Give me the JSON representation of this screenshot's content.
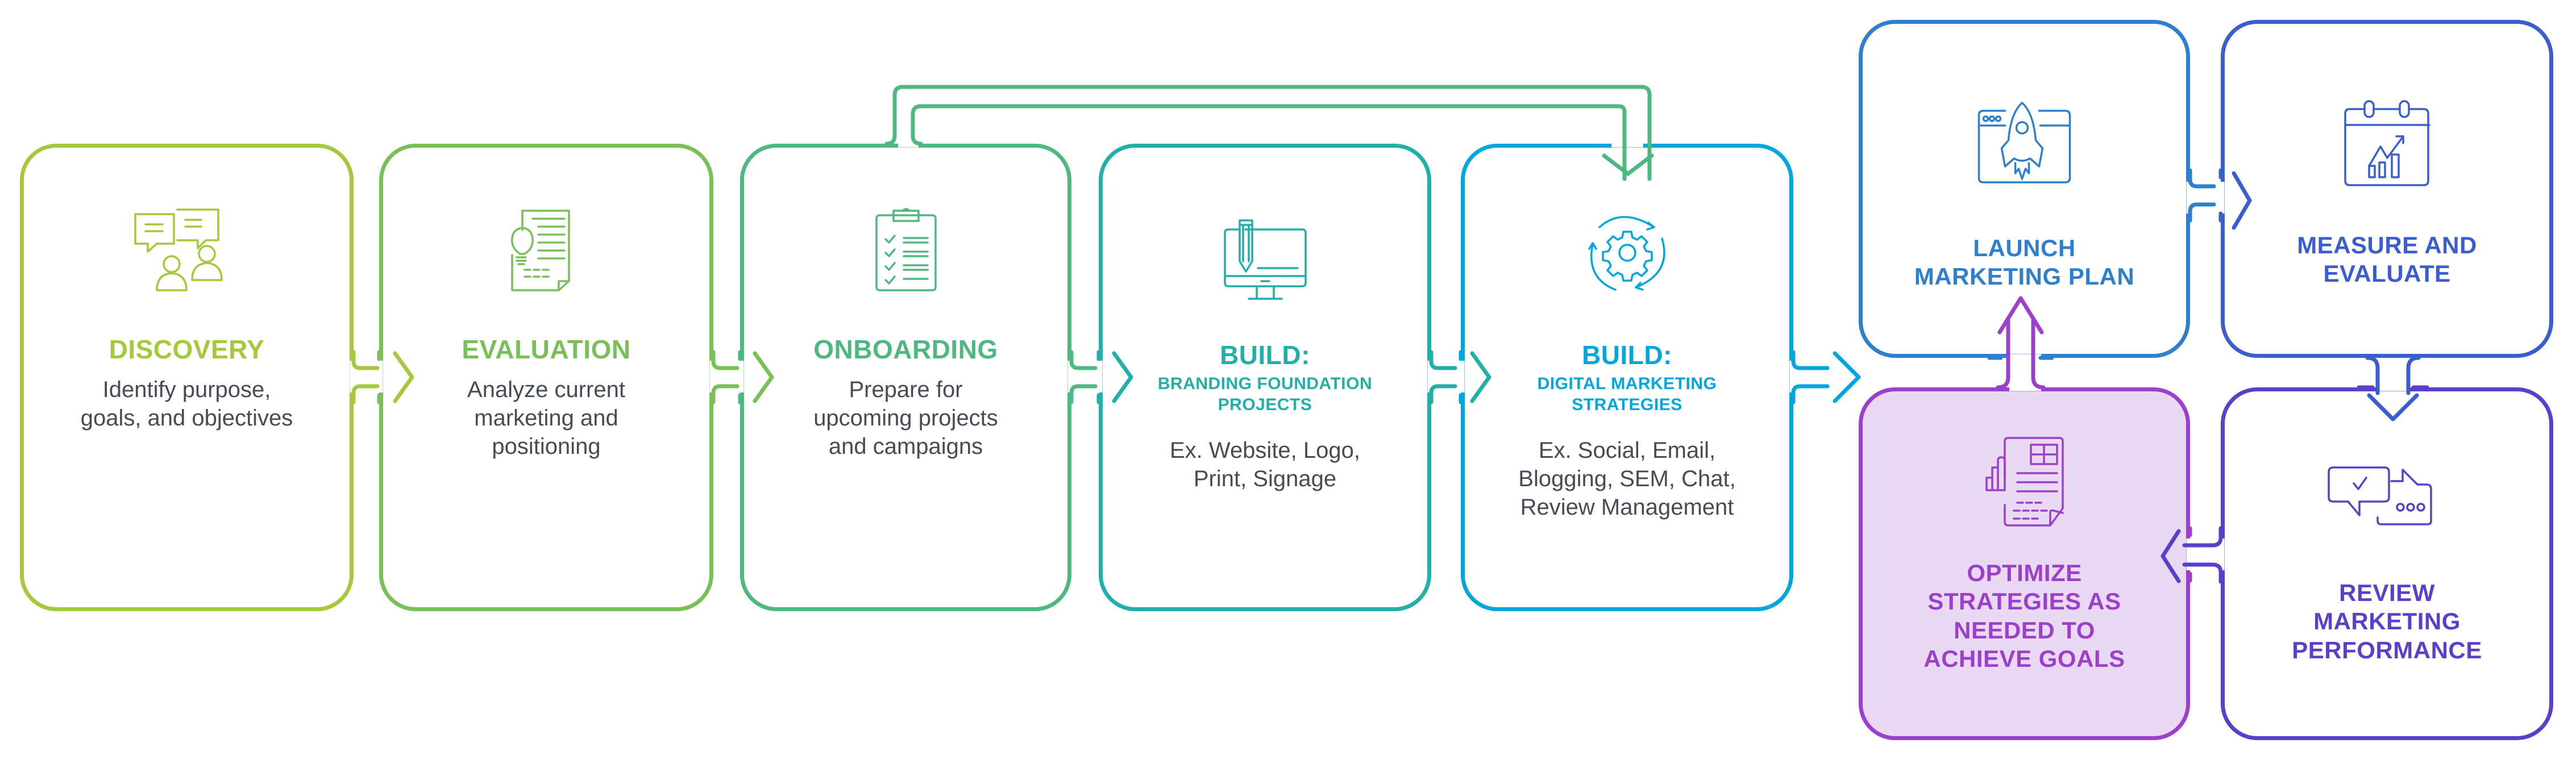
{
  "diagram": {
    "steps": [
      {
        "id": "discovery",
        "title": "DISCOVERY",
        "description": [
          "Identify purpose,",
          "goals, and objectives"
        ],
        "icon": "discussion-people-icon",
        "color": "#A4C93A"
      },
      {
        "id": "evaluation",
        "title": "EVALUATION",
        "description": [
          "Analyze current",
          "marketing and",
          "positioning"
        ],
        "icon": "document-lightbulb-icon",
        "color": "#78C057"
      },
      {
        "id": "onboarding",
        "title": "ONBOARDING",
        "description": [
          "Prepare for",
          "upcoming projects",
          "and campaigns"
        ],
        "icon": "clipboard-checklist-icon",
        "color": "#4DB880"
      },
      {
        "id": "build-branding",
        "title": "BUILD:",
        "subtitle": [
          "BRANDING FOUNDATION",
          "PROJECTS"
        ],
        "description": [
          "Ex. Website, Logo,",
          "Print, Signage"
        ],
        "icon": "monitor-pencil-icon",
        "color": "#22AFAA"
      },
      {
        "id": "build-digital",
        "title": "BUILD:",
        "subtitle": [
          "DIGITAL MARKETING",
          "STRATEGIES"
        ],
        "description": [
          "Ex. Social, Email,",
          "Blogging, SEM, Chat,",
          "Review Management"
        ],
        "icon": "gear-cycle-icon",
        "color": "#00A7DF"
      },
      {
        "id": "launch",
        "title": [
          "LAUNCH",
          "MARKETING PLAN"
        ],
        "icon": "rocket-browser-icon",
        "color": "#2E80CC"
      },
      {
        "id": "measure",
        "title": [
          "MEASURE AND",
          "EVALUATE"
        ],
        "icon": "calendar-chart-icon",
        "color": "#3A5ED0"
      },
      {
        "id": "review",
        "title": [
          "REVIEW",
          "MARKETING",
          "PERFORMANCE"
        ],
        "icon": "chat-bubbles-icon",
        "color": "#5B3FCC"
      },
      {
        "id": "optimize",
        "title": [
          "OPTIMIZE",
          "STRATEGIES AS",
          "NEEDED TO",
          "ACHIEVE GOALS"
        ],
        "icon": "report-chart-icon",
        "color": "#9B3FCC",
        "fill": "#EAD9F3"
      }
    ],
    "flow": [
      [
        "discovery",
        "evaluation"
      ],
      [
        "evaluation",
        "onboarding"
      ],
      [
        "onboarding",
        "build-branding"
      ],
      [
        "onboarding",
        "build-digital"
      ],
      [
        "build-branding",
        "build-digital"
      ],
      [
        "build-digital",
        "launch"
      ],
      [
        "launch",
        "measure"
      ],
      [
        "measure",
        "review"
      ],
      [
        "review",
        "optimize"
      ],
      [
        "optimize",
        "launch"
      ]
    ],
    "text_color": "#454C55"
  }
}
